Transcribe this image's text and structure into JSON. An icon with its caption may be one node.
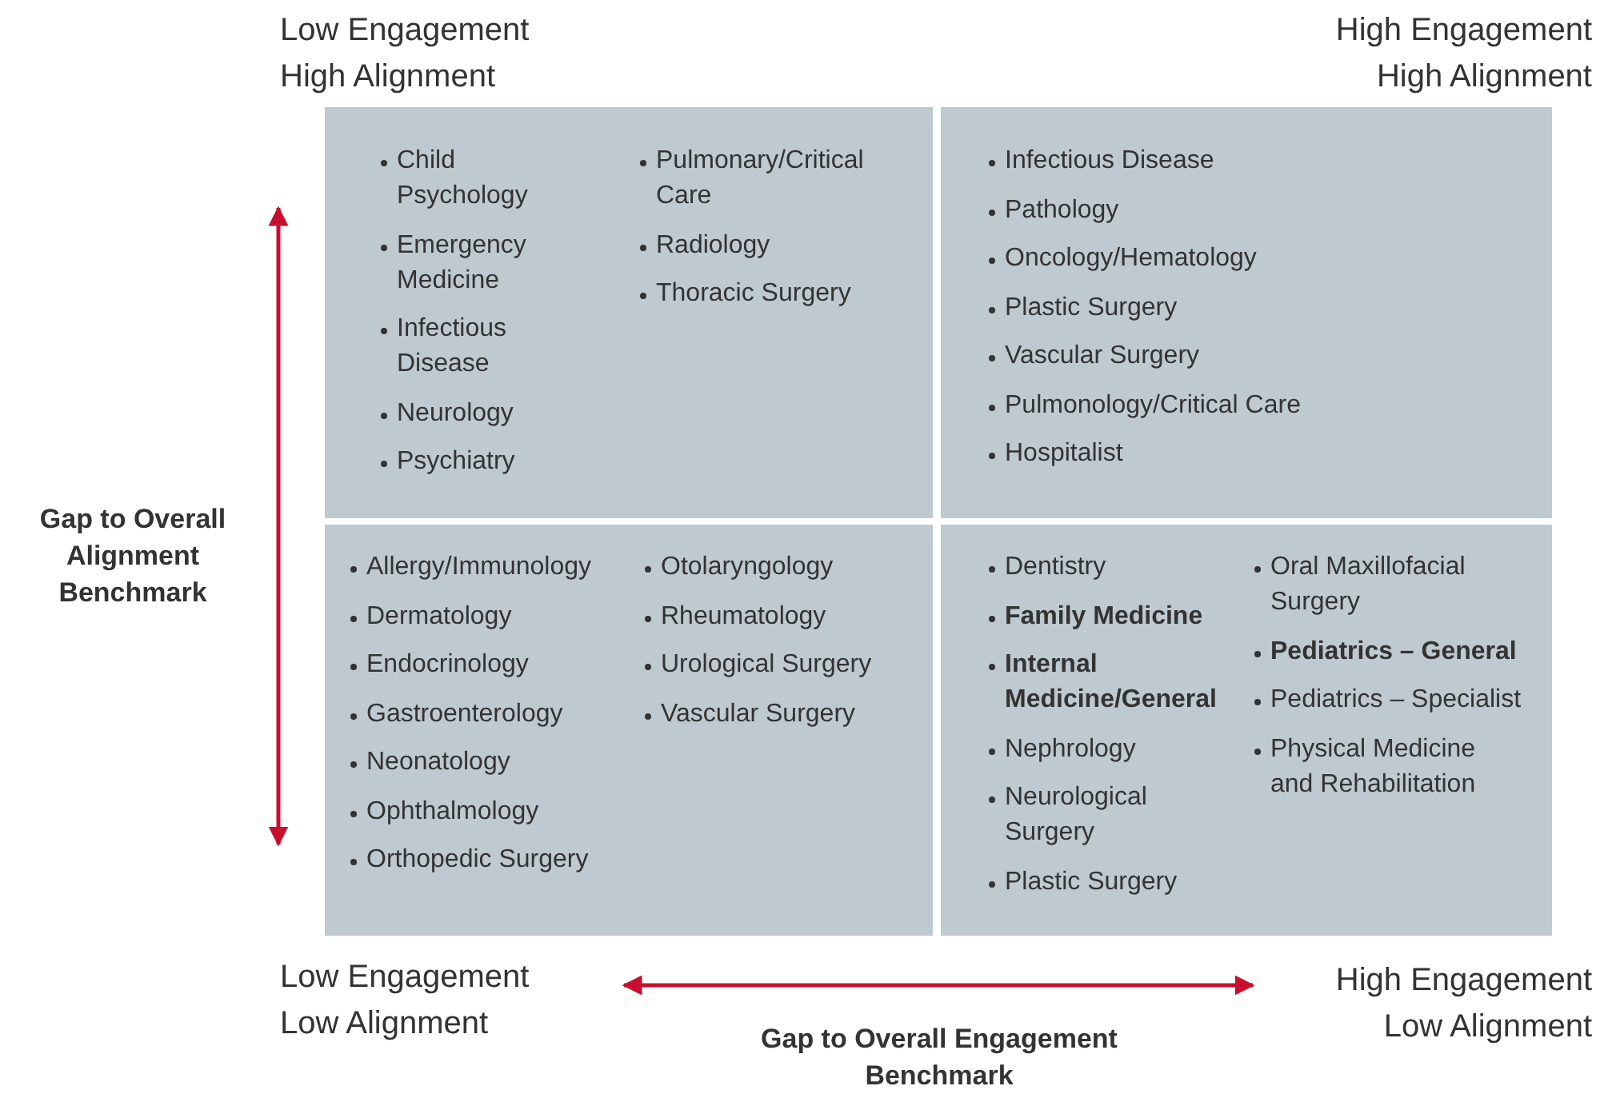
{
  "diagram": {
    "nodes": [
      {
        "text": [
          "Child Psychology",
          "Emergency Medicine",
          "Infectious Disease",
          "Neurology",
          "Psychiatry",
          "Pulmonary/Critical Care",
          "Radiology",
          "Thoracic Surgery"
        ]
      },
      {
        "text": [
          "Infectious Disease",
          "Pathology",
          "Oncology/Hematology",
          "Plastic Surgery",
          "Vascular Surgery",
          "Pulmonology/Critical Care",
          "Hospitalist"
        ]
      },
      {
        "text": [
          "Allergy/Immunology",
          "Dermatology",
          "Endocrinology",
          "Gastroenterology",
          "Neonatology",
          "Ophthalmology",
          "Orthopedic Surgery",
          "Otolaryngology",
          "Rheumatology",
          "Urological Surgery",
          "Vascular Surgery"
        ]
      },
      {
        "text": [
          "Dentistry",
          "Family Medicine",
          "Internal Medicine/General",
          "Nephrology",
          "Neurological Surgery",
          "Plastic Surgery",
          "Oral Maxillofacial Surgery",
          "Pediatrics – General",
          "Pediatrics – Specialist",
          "Physical Medicine and Rehabilitation"
        ]
      }
    ],
    "labels": [
      "Low Engagement High Alignment",
      "High Engagement High Alignment",
      "Gap to Overall Alignment Benchmark",
      "Low Engagement Low Alignment",
      "High Engagement Low Alignment",
      "Gap to Overall Engagement Benchmark"
    ]
  }
}
